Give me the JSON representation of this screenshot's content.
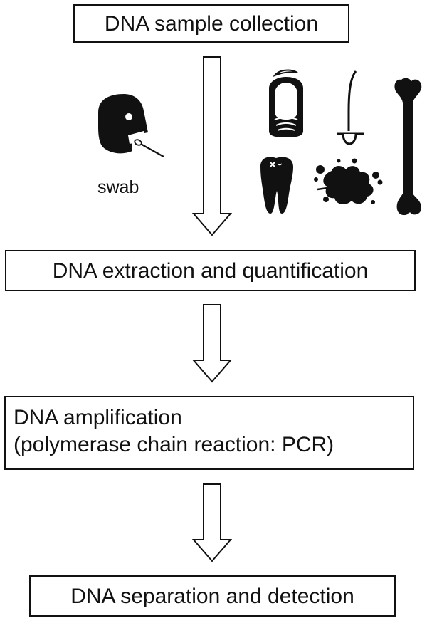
{
  "steps": {
    "collection": "DNA sample collection",
    "extraction": "DNA extraction and quantification",
    "amplification_line1": "DNA amplification",
    "amplification_line2": "(polymerase chain reaction: PCR)",
    "separation": "DNA separation and detection"
  },
  "samples": {
    "swab_label": "swab",
    "icons": [
      "head-with-swab-icon",
      "fingernail-icon",
      "hair-root-icon",
      "bone-icon",
      "tooth-icon",
      "blood-stain-icon"
    ]
  },
  "colors": {
    "ink": "#111111",
    "background": "#ffffff"
  }
}
